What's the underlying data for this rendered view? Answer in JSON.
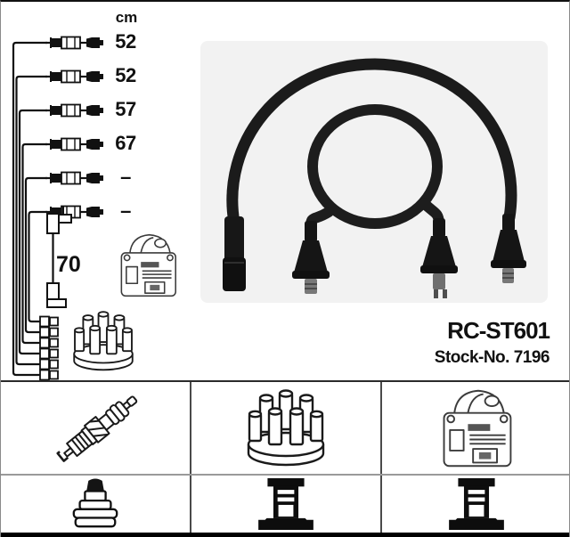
{
  "product": {
    "part_number": "RC-ST601",
    "stock_number_label": "Stock-No. 7196"
  },
  "diagram": {
    "unit_header": "cm",
    "cable_lengths": [
      "52",
      "52",
      "57",
      "67",
      "–",
      "–"
    ],
    "coil_wire_length": "70"
  },
  "legend": {
    "row1_icons": [
      "spark-plug",
      "distributor-cap",
      "ignition-coil"
    ],
    "row2_icons": [
      "spark-plug-boot",
      "din-terminal",
      "din-terminal"
    ]
  },
  "colors": {
    "background": "#ffffff",
    "line": "#1a1a1a",
    "photo_background": "#f2f2f2",
    "cable_black": "#1b1b1b",
    "metal_gray": "#787878",
    "row_divider": "#9a9a9a",
    "column_divider": "#4a4a4a",
    "outer_border": "#000000"
  }
}
